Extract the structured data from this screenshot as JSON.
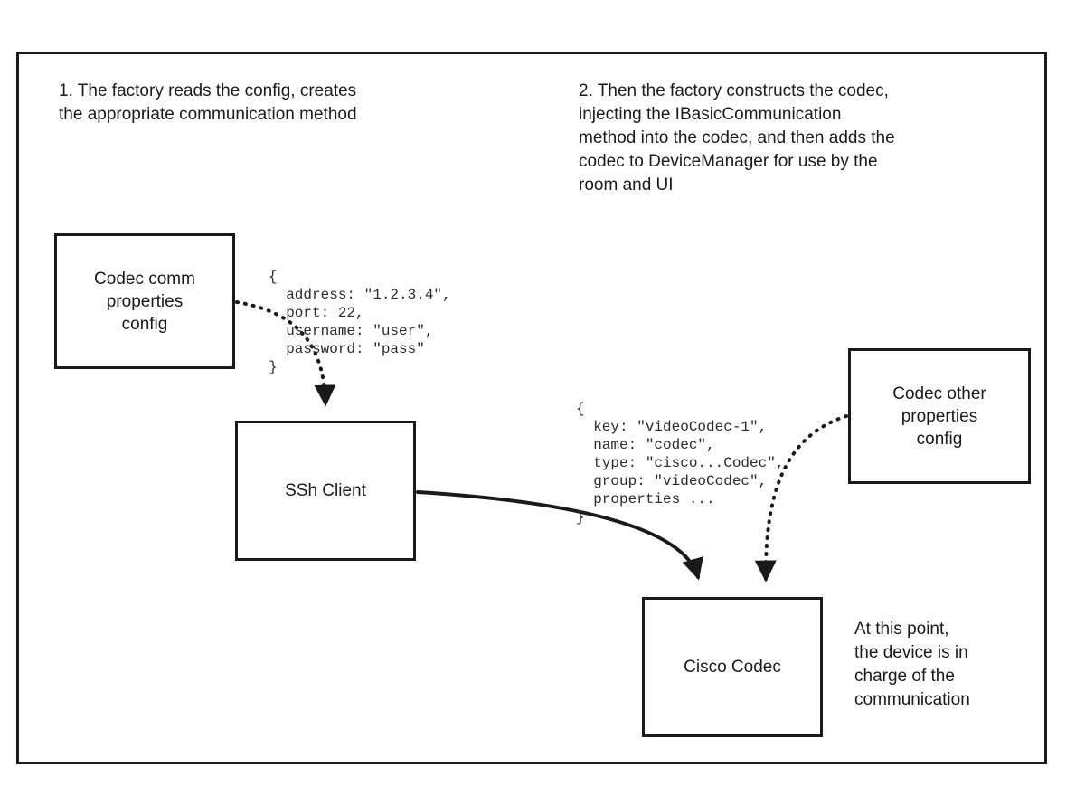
{
  "ink_color": "#1a1a1a",
  "background_color": "#ffffff",
  "annotations": {
    "step1": "1. The factory reads the config, creates\nthe appropriate communication method",
    "step2": "2. Then the factory constructs the codec,\ninjecting the IBasicCommunication\nmethod into the codec, and then adds the\ncodec to DeviceManager for use by the\nroom and UI",
    "endpoint_note": "At this point,\nthe device is in\ncharge of the\ncommunication"
  },
  "boxes": {
    "comm_config": {
      "label": "Codec comm\nproperties\nconfig"
    },
    "ssh_client": {
      "label": "SSh Client"
    },
    "other_config": {
      "label": "Codec other\nproperties\nconfig"
    },
    "cisco_codec": {
      "label": "Cisco Codec"
    }
  },
  "code_blocks": {
    "comm_properties": "{\n  address: \"1.2.3.4\",\n  port: 22,\n  username: \"user\",\n  password: \"pass\"\n}",
    "codec_properties": "{\n  key: \"videoCodec-1\",\n  name: \"codec\",\n  type: \"cisco...Codec\",\n  group: \"videoCodec\",\n  properties ...\n}"
  },
  "arrows": {
    "comm_config_to_ssh": "dotted",
    "ssh_to_cisco_codec": "solid",
    "other_config_to_cisco_codec": "dotted"
  }
}
